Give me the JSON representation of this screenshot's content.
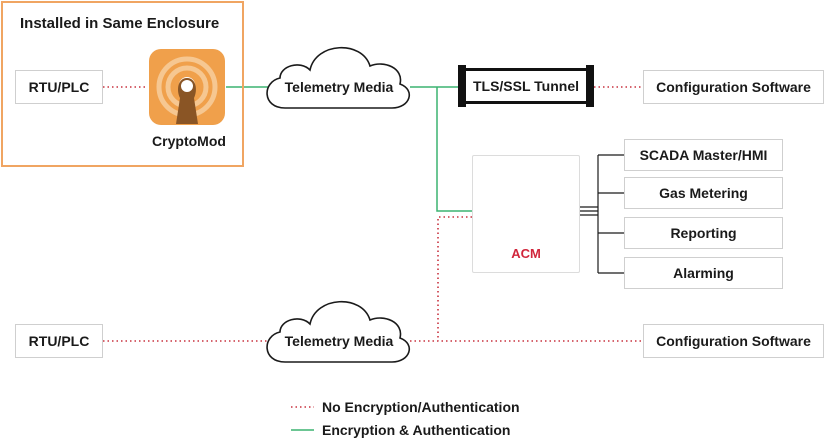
{
  "enclosure": {
    "title": "Installed in Same Enclosure"
  },
  "nodes": {
    "rtu_top": "RTU/PLC",
    "rtu_bottom": "RTU/PLC",
    "cryptomod": "CryptoMod",
    "telemetry_top": "Telemetry Media",
    "telemetry_bottom": "Telemetry Media",
    "tunnel": "TLS/SSL Tunnel",
    "config_top": "Configuration Software",
    "config_bottom": "Configuration Software",
    "acm": "ACM"
  },
  "acm_outputs": [
    {
      "label": "SCADA Master/HMI"
    },
    {
      "label": "Gas Metering"
    },
    {
      "label": "Reporting"
    },
    {
      "label": "Alarming"
    }
  ],
  "legend": {
    "no_encryption": "No Encryption/Authentication",
    "encryption": "Encryption & Authentication"
  },
  "colors": {
    "unencrypted_line": "#c8323f",
    "encrypted_line": "#3cb371",
    "enclosure_border": "#f0a562",
    "cryptomod_icon": "#f0a04b",
    "acm_brand": "#d1263c"
  },
  "icons": [
    "cloud-icon",
    "cryptomod-icon",
    "acm-logo-icon"
  ]
}
